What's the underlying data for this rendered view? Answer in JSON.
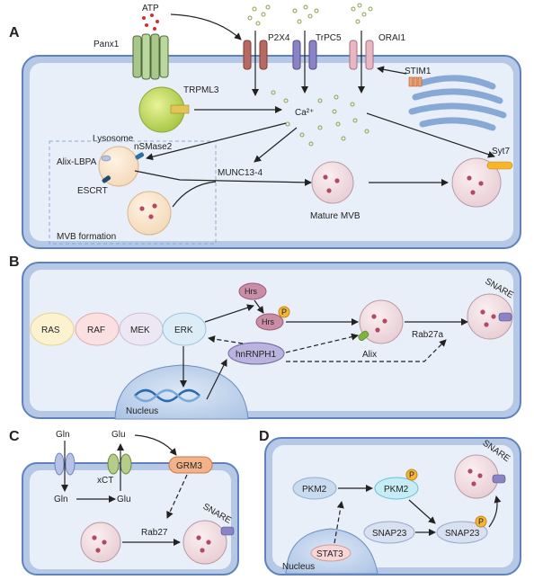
{
  "panelA": {
    "letter": "A",
    "atp": "ATP",
    "panx1": "Panx1",
    "p2x4": "P2X4",
    "trpc5": "TrPC5",
    "orai1": "ORAI1",
    "stim1": "STIM1",
    "trpml3": "TRPML3",
    "lysosome": "Lysosome",
    "ca": "Ca²⁺",
    "nsmase2": "nSMase2",
    "alix_lbpa": "Alix-LBPA",
    "escrt": "ESCRT",
    "munc13": "MUNC13-4",
    "mature_mvb": "Mature MVB",
    "mvb_formation": "MVB formation",
    "syt7": "Syt7"
  },
  "panelB": {
    "letter": "B",
    "ras": "RAS",
    "raf": "RAF",
    "mek": "MEK",
    "erk": "ERK",
    "hrs_top": "Hrs",
    "hrs": "Hrs",
    "p": "P",
    "alix": "Alix",
    "rab27a": "Rab27a",
    "snare": "SNARE",
    "hnrnph1": "hnRNPH1",
    "nucleus": "Nucleus"
  },
  "panelC": {
    "letter": "C",
    "gln_top": "Gln",
    "glu_top": "Glu",
    "grm3": "GRM3",
    "xct": "xCT",
    "gln_bottom": "Gln",
    "glu_bottom": "Glu",
    "rab27": "Rab27",
    "snare": "SNARE"
  },
  "panelD": {
    "letter": "D",
    "pkm2_left": "PKM2",
    "pkm2_right": "PKM2",
    "p1": "P",
    "snap23_left": "SNAP23",
    "snap23_right": "SNAP23",
    "p2": "P",
    "stat3": "STAT3",
    "nucleus": "Nucleus",
    "snare": "SNARE"
  }
}
